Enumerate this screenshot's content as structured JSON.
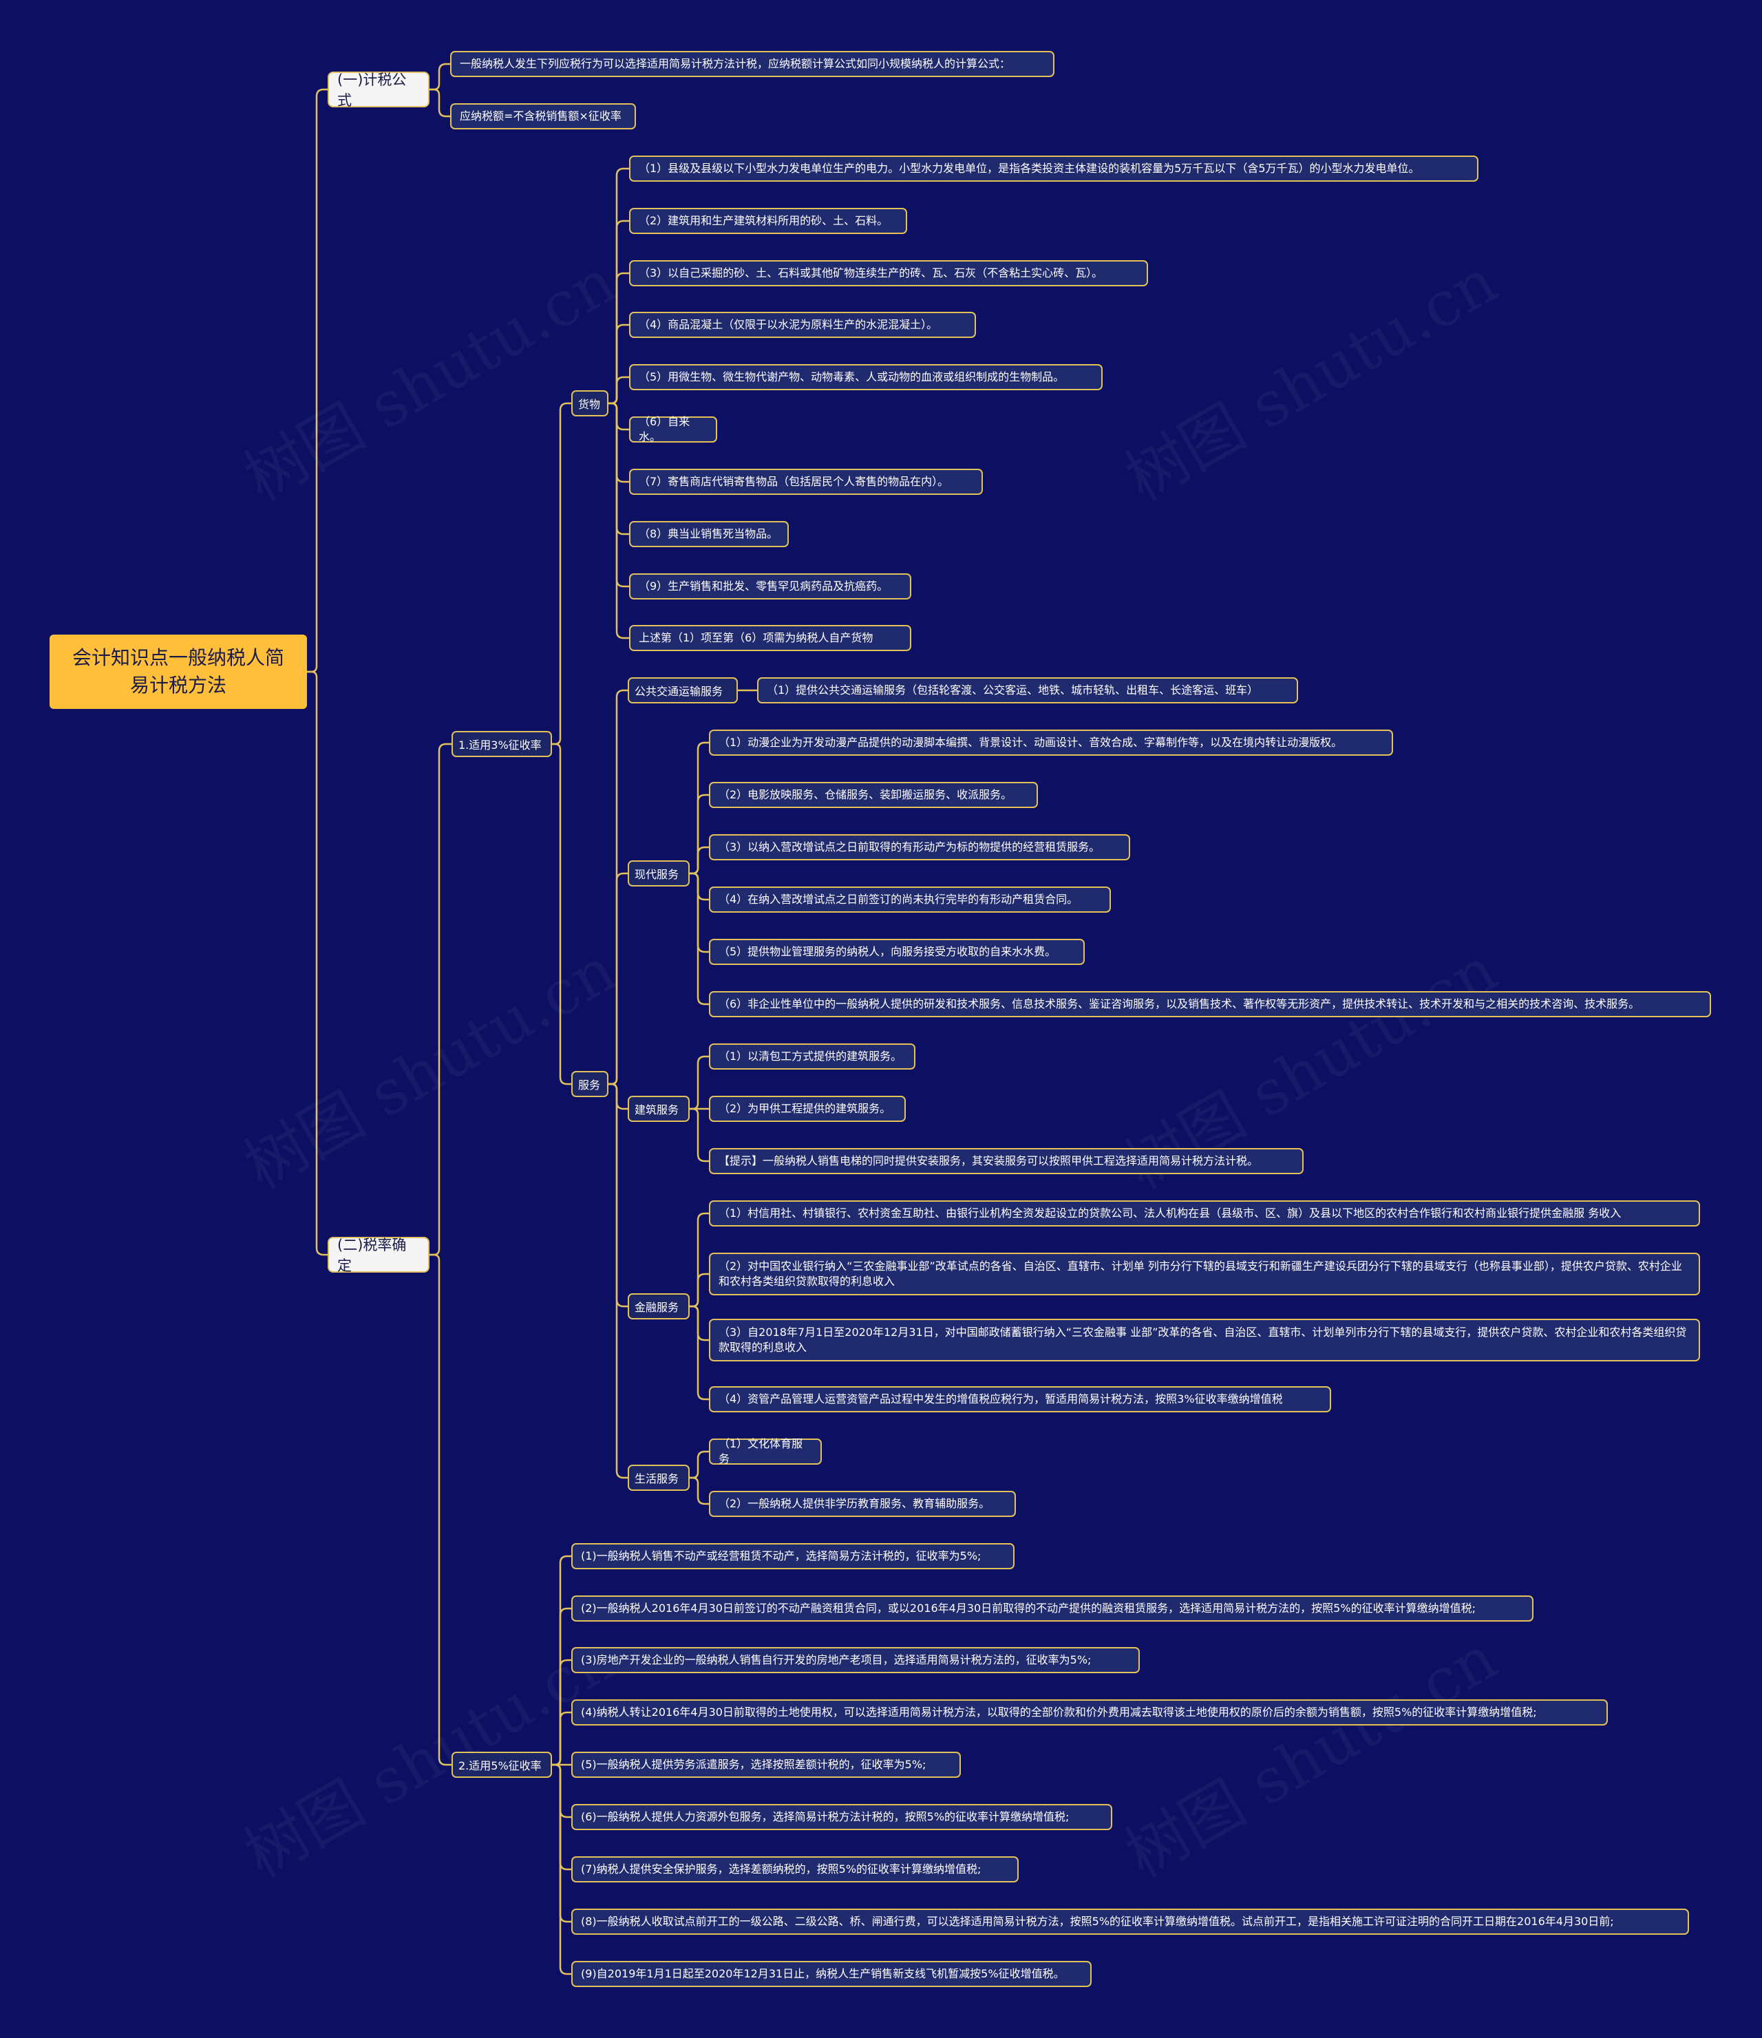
{
  "root": "会计知识点一般纳税人简易计税方法",
  "watermark": "树图 shutu.cn",
  "formula": {
    "label": "(一)计税公式",
    "items": [
      "一般纳税人发生下列应税行为可以选择适用简易计税方法计税，应纳税额计算公式如同小规模纳税人的计算公式：",
      "应纳税额=不含税销售额×征收率"
    ]
  },
  "rate": {
    "label": "(二)税率确定",
    "three": {
      "label": "1.适用3%征收率",
      "goods": {
        "label": "货物",
        "items": [
          "（1）县级及县级以下小型水力发电单位生产的电力。小型水力发电单位，是指各类投资主体建设的装机容量为5万千瓦以下（含5万千瓦）的小型水力发电单位。",
          "（2）建筑用和生产建筑材料所用的砂、土、石料。",
          "（3）以自己采掘的砂、土、石料或其他矿物连续生产的砖、瓦、石灰（不含粘土实心砖、瓦）。",
          "（4）商品混凝土（仅限于以水泥为原料生产的水泥混凝土）。",
          "（5）用微生物、微生物代谢产物、动物毒素、人或动物的血液或组织制成的生物制品。",
          "（6）自来水。",
          "（7）寄售商店代销寄售物品（包括居民个人寄售的物品在内）。",
          "（8）典当业销售死当物品。",
          "（9）生产销售和批发、零售罕见病药品及抗癌药。",
          "上述第（1）项至第（6）项需为纳税人自产货物"
        ]
      },
      "services": {
        "label": "服务",
        "transport": {
          "label": "公共交通运输服务",
          "items": [
            "（1）提供公共交通运输服务（包括轮客渡、公交客运、地铁、城市轻轨、出租车、长途客运、班车）"
          ]
        },
        "modern": {
          "label": "现代服务",
          "items": [
            "（1）动漫企业为开发动漫产品提供的动漫脚本编撰、背景设计、动画设计、音效合成、字幕制作等，以及在境内转让动漫版权。",
            "（2）电影放映服务、仓储服务、装卸搬运服务、收派服务。",
            "（3）以纳入营改增试点之日前取得的有形动产为标的物提供的经营租赁服务。",
            "（4）在纳入营改增试点之日前签订的尚未执行完毕的有形动产租赁合同。",
            "（5）提供物业管理服务的纳税人，向服务接受方收取的自来水水费。",
            "（6）非企业性单位中的一般纳税人提供的研发和技术服务、信息技术服务、鉴证咨询服务，以及销售技术、著作权等无形资产，提供技术转让、技术开发和与之相关的技术咨询、技术服务。"
          ]
        },
        "construction": {
          "label": "建筑服务",
          "items": [
            "（1）以清包工方式提供的建筑服务。",
            "（2）为甲供工程提供的建筑服务。",
            "【提示】一般纳税人销售电梯的同时提供安装服务，其安装服务可以按照甲供工程选择适用简易计税方法计税。"
          ]
        },
        "finance": {
          "label": "金融服务",
          "items": [
            "（1）村信用社、村镇银行、农村资金互助社、由银行业机构全资发起设立的贷款公司、法人机构在县（县级市、区、旗）及县以下地区的农村合作银行和农村商业银行提供金融服 务收入",
            "（2）对中国农业银行纳入“三农金融事业部”改革试点的各省、自治区、直辖市、计划单 列市分行下辖的县域支行和新疆生产建设兵团分行下辖的县域支行（也称县事业部），提供农户贷款、农村企业和农村各类组织贷款取得的利息收入",
            "（3）自2018年7月1日至2020年12月31日，对中国邮政储蓄银行纳入“三农金融事 业部”改革的各省、自治区、直辖市、计划单列市分行下辖的县域支行，提供农户贷款、农村企业和农村各类组织贷款取得的利息收入",
            "（4）资管产品管理人运营资管产品过程中发生的增值税应税行为，暂适用简易计税方法，按照3%征收率缴纳增值税"
          ]
        },
        "life": {
          "label": "生活服务",
          "items": [
            "（1）文化体育服务",
            "（2）一般纳税人提供非学历教育服务、教育辅助服务。"
          ]
        }
      }
    },
    "five": {
      "label": "2.适用5%征收率",
      "items": [
        "(1)一般纳税人销售不动产或经营租赁不动产，选择简易方法计税的，征收率为5%;",
        "(2)一般纳税人2016年4月30日前签订的不动产融资租赁合同，或以2016年4月30日前取得的不动产提供的融资租赁服务，选择适用简易计税方法的，按照5%的征收率计算缴纳增值税;",
        "(3)房地产开发企业的一般纳税人销售自行开发的房地产老项目，选择适用简易计税方法的，征收率为5%;",
        "(4)纳税人转让2016年4月30日前取得的土地使用权，可以选择适用简易计税方法，以取得的全部价款和价外费用减去取得该土地使用权的原价后的余额为销售额，按照5%的征收率计算缴纳增值税;",
        "(5)一般纳税人提供劳务派遣服务，选择按照差额计税的，征收率为5%;",
        "(6)一般纳税人提供人力资源外包服务，选择简易计税方法计税的，按照5%的征收率计算缴纳增值税;",
        "(7)纳税人提供安全保护服务，选择差额纳税的，按照5%的征收率计算缴纳增值税;",
        "(8)一般纳税人收取试点前开工的一级公路、二级公路、桥、闸通行费，可以选择适用简易计税方法，按照5%的征收率计算缴纳增值税。试点前开工，是指相关施工许可证注明的合同开工日期在2016年4月30日前;",
        "(9)自2019年1月1日起至2020年12月31日止，纳税人生产销售新支线飞机暂减按5%征收增值税。"
      ]
    }
  },
  "colors": {
    "background": "#0d1062",
    "line": "#e3c25a",
    "root": "#ffbf3a"
  }
}
